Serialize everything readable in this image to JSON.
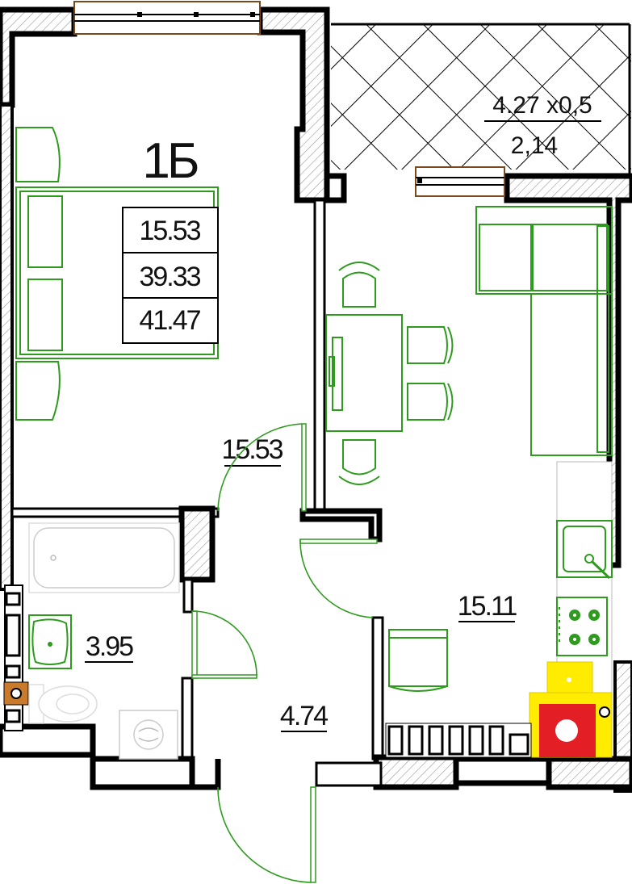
{
  "apartment": {
    "type_label": "1Б",
    "area_living": "15.53",
    "area_total": "39.33",
    "area_with_balcony": "41.47"
  },
  "rooms": {
    "bedroom_area": "15.53",
    "kitchen_area": "15.11",
    "bathroom_area": "3.95",
    "hallway_area": "4.74"
  },
  "balcony": {
    "dimensions": "4.27 x0,5",
    "area": "2,14"
  },
  "colors": {
    "wall": "#000000",
    "furniture": "#2e9b1f",
    "stove_red": "#e31e24",
    "appliance_yellow": "#ffec00",
    "meter_orange": "#c97a2b",
    "window_brown": "#7a4a1e"
  }
}
